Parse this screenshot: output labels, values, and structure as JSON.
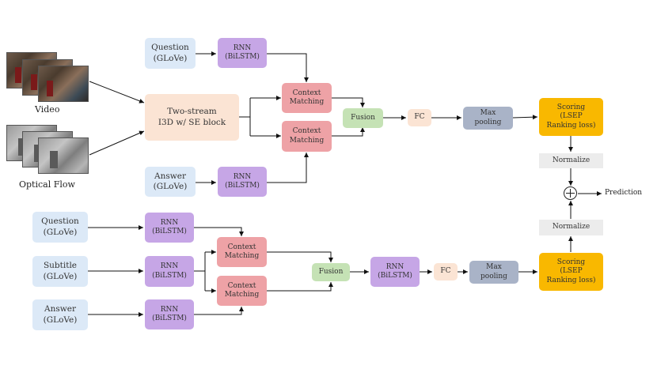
{
  "top": {
    "question": "Question\n(GLoVe)",
    "rnn_question": "RNN\n(BiLSTM)",
    "answer": "Answer\n(GLoVe)",
    "rnn_answer": "RNN\n(BiLSTM)",
    "video_label": "Video",
    "flow_label": "Optical Flow",
    "two_stream": "Two-stream\nI3D w/ SE block",
    "context_1": "Context\nMatching",
    "context_2": "Context\nMatching",
    "fusion": "Fusion",
    "fc": "FC",
    "max_pooling": "Max\npooling",
    "scoring": "Scoring\n(LSEP\nRanking loss)",
    "normalize": "Normalize"
  },
  "bottom": {
    "question": "Question\n(GLoVe)",
    "subtitle": "Subtitle\n(GLoVe)",
    "answer": "Answer\n(GLoVe)",
    "rnn_question": "RNN\n(BiLSTM)",
    "rnn_subtitle": "RNN\n(BiLSTM)",
    "rnn_answer": "RNN\n(BiLSTM)",
    "context_1": "Context\nMatching",
    "context_2": "Context\nMatching",
    "fusion": "Fusion",
    "rnn_fused": "RNN\n(BiLSTM)",
    "fc": "FC",
    "max_pooling": "Max\npooling",
    "scoring": "Scoring\n(LSEP\nRanking loss)",
    "normalize": "Normalize"
  },
  "prediction": "Prediction",
  "colors": {
    "glove": "#dce9f7",
    "rnn": "#c6a6e6",
    "context": "#eea2a6",
    "fusion": "#c5e2b5",
    "i3d_fc": "#fbe4d4",
    "pooling": "#a9b3c7",
    "scoring": "#f9b800",
    "normalize": "#ececec"
  }
}
